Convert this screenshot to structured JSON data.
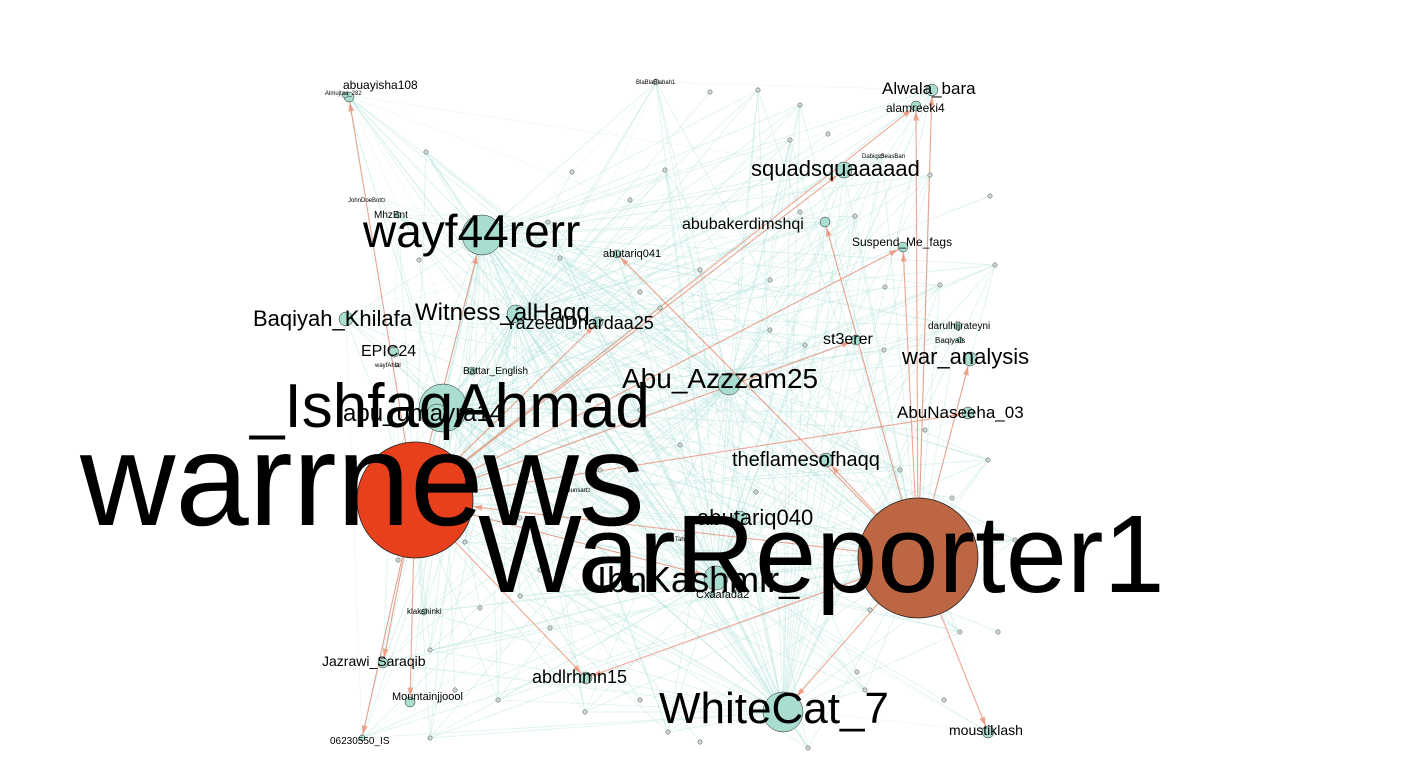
{
  "graph": {
    "edge_colors": {
      "light": "#b7e3dc",
      "warm": "#e88a6f"
    },
    "node_colors": {
      "teal": "#a9ddd0",
      "warrnews": "#e8401c",
      "WarReporter1": "#bd6643",
      "grey": "#dfe9e6"
    },
    "nodes": [
      {
        "id": "warrnews",
        "label": "warrnews",
        "color": "warrnews"
      },
      {
        "id": "WarReporter1",
        "label": "WarReporter1",
        "color": "WarReporter1"
      },
      {
        "id": "IshfaqAhmad",
        "label": "_IshfaqAhmad",
        "color": "teal"
      },
      {
        "id": "abuumayra",
        "label": "abu_umayra14",
        "color": "teal"
      },
      {
        "id": "wayf44rerr",
        "label": "wayf44rerr",
        "color": "teal"
      },
      {
        "id": "WhiteCat_7",
        "label": "WhiteCat_7",
        "color": "teal"
      },
      {
        "id": "IbnKashmir",
        "label": "IbnKashmir_",
        "color": "teal"
      },
      {
        "id": "Abu_Azzzam25",
        "label": "Abu_Azzzam25",
        "color": "teal"
      },
      {
        "id": "Witness_alHaqq",
        "label": "Witness_alHaqq",
        "color": "teal"
      },
      {
        "id": "YazeedDhardaa25",
        "label": "YazeedDhardaa25",
        "color": "teal"
      },
      {
        "id": "Baqiyah_Khilafa",
        "label": "Baqiyah_Khilafa",
        "color": "teal"
      },
      {
        "id": "theflamesofhaqq",
        "label": "theflamesofhaqq",
        "color": "teal"
      },
      {
        "id": "squadsquaaaaad",
        "label": "squadsquaaaaad",
        "color": "teal"
      },
      {
        "id": "war_analysis",
        "label": "war_analysis",
        "color": "teal"
      },
      {
        "id": "abutariq040",
        "label": "abutariq040",
        "color": "teal"
      },
      {
        "id": "abdlrhmn15",
        "label": "abdlrhmn15",
        "color": "teal"
      },
      {
        "id": "abubakerdimshqi",
        "label": "abubakerdimshqi",
        "color": "teal"
      },
      {
        "id": "AbuNaseeha_03",
        "label": "AbuNaseeha_03",
        "color": "teal"
      },
      {
        "id": "Alwala_bara",
        "label": "Alwala_bara",
        "color": "teal"
      },
      {
        "id": "alamreeki4",
        "label": "alamreeki4",
        "color": "teal"
      },
      {
        "id": "st3erer",
        "label": "st3erer",
        "color": "teal"
      },
      {
        "id": "EPIC24",
        "label": "EPIC24",
        "color": "teal"
      },
      {
        "id": "abuayisha108",
        "label": "abuayisha108",
        "color": "teal"
      },
      {
        "id": "Suspend_Me_fags",
        "label": "Suspend_Me_fags",
        "color": "teal"
      },
      {
        "id": "abutariq041",
        "label": "abutariq041",
        "color": "teal"
      },
      {
        "id": "Battar_English",
        "label": "Battar_English",
        "color": "teal"
      },
      {
        "id": "Jazrawi_Saraqib",
        "label": "Jazrawi_Saraqib",
        "color": "teal"
      },
      {
        "id": "Mountainjjoool",
        "label": "Mountainjjoool",
        "color": "teal"
      },
      {
        "id": "06230550_IS",
        "label": "06230550_IS",
        "color": "teal"
      },
      {
        "id": "moustiklash",
        "label": "moustiklash",
        "color": "teal"
      },
      {
        "id": "klakshinki",
        "label": "klakshinki",
        "color": "teal"
      },
      {
        "id": "Cxaafada2",
        "label": "Cxaafada2",
        "color": "teal"
      },
      {
        "id": "darulhijrateyni",
        "label": "darulhijrateyni",
        "color": "teal"
      },
      {
        "id": "Baqiyals",
        "label": "Baqiyals",
        "color": "teal"
      },
      {
        "id": "MhzBnt",
        "label": "MhzBnt",
        "color": "teal"
      },
      {
        "id": "Almujtaa_282",
        "label": "Almujtaa_282",
        "color": "teal"
      },
      {
        "id": "BlaBlaBlabah1",
        "label": "BlaBlaBlabah1",
        "color": "grey"
      },
      {
        "id": "JohnDoeBot",
        "label": "JohnDoeBot",
        "color": "grey"
      },
      {
        "id": "DabiqsSeasBan",
        "label": "DabiqsSeasBan",
        "color": "grey"
      },
      {
        "id": "wayfAhlal",
        "label": "wayfAhlal",
        "color": "grey"
      },
      {
        "id": "Gunsan",
        "label": "Gunsan",
        "color": "grey"
      },
      {
        "id": "Taha",
        "label": "Taha",
        "color": "grey"
      }
    ]
  }
}
